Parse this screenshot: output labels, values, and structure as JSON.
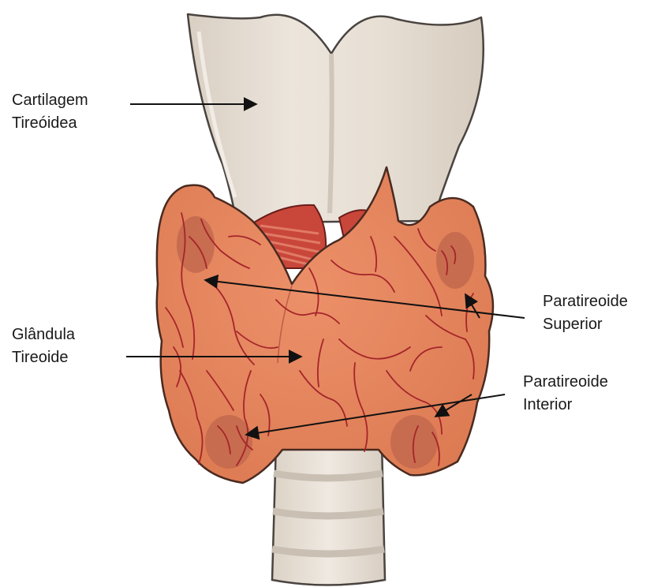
{
  "labels": {
    "cartilage": {
      "line1": "Cartilagem",
      "line2": "Tireóidea"
    },
    "gland": {
      "line1": "Glândula",
      "line2": "Tireoide"
    },
    "superior": {
      "line1": "Paratireoide",
      "line2": "Superior"
    },
    "inferior": {
      "line1": "Paratireoide",
      "line2": "Interior"
    }
  },
  "colors": {
    "cartilage": "#e4dbd0",
    "gland": "#e2855c",
    "vessel": "#a5252a",
    "parathyroid": "#bf6a4e",
    "arrow": "#111111"
  }
}
